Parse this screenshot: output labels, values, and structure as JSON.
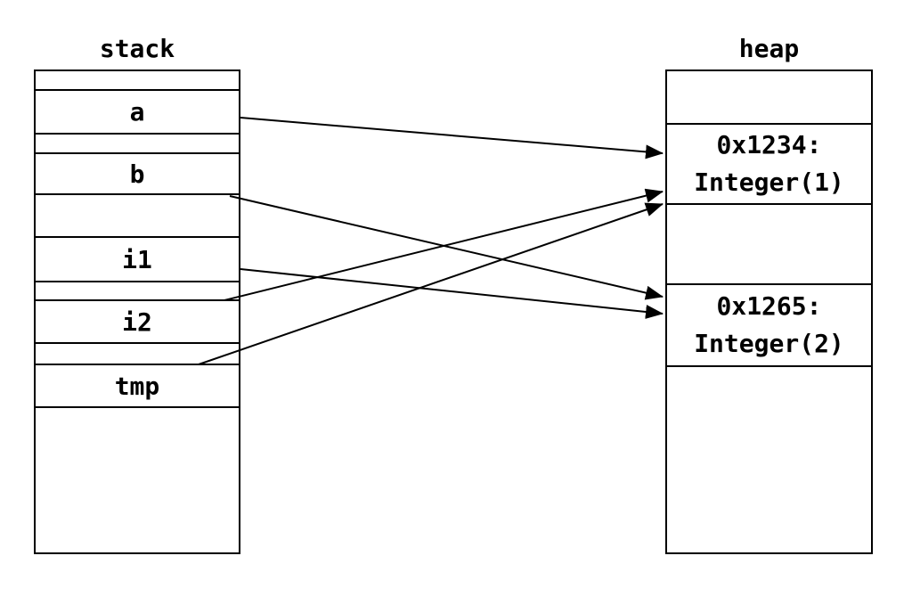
{
  "stack": {
    "title": "stack",
    "rows": [
      "",
      "a",
      "",
      "b",
      "",
      "i1",
      "",
      "i2",
      "",
      "tmp",
      ""
    ]
  },
  "heap": {
    "title": "heap",
    "objects": [
      {
        "address": "0x1234:",
        "value": "Integer(1)"
      },
      {
        "address": "0x1265:",
        "value": "Integer(2)"
      }
    ]
  },
  "arrows": [
    {
      "from": "a",
      "to": "0x1234"
    },
    {
      "from": "b",
      "to": "0x1265"
    },
    {
      "from": "i1",
      "to": "0x1265"
    },
    {
      "from": "i2",
      "to": "0x1234"
    },
    {
      "from": "tmp",
      "to": "0x1234"
    }
  ],
  "colors": {
    "line": "#000000",
    "background": "#ffffff"
  }
}
